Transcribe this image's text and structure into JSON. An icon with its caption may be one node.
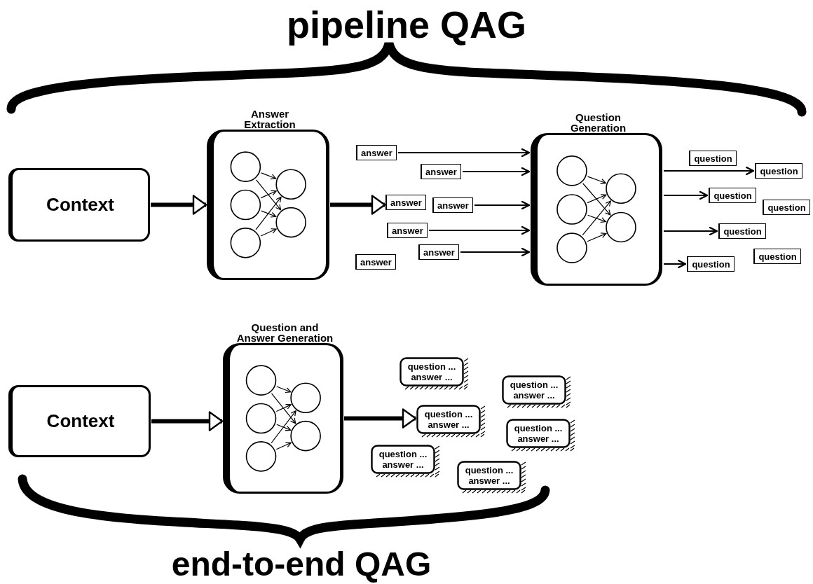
{
  "diagram": {
    "title": "pipeline QAG",
    "nodes": [
      {
        "text": [
          "Context"
        ]
      },
      {
        "text": [
          "Answer Extraction"
        ]
      },
      {
        "text": [
          "answer"
        ]
      },
      {
        "text": [
          "answer"
        ]
      },
      {
        "text": [
          "answer"
        ]
      },
      {
        "text": [
          "answer"
        ]
      },
      {
        "text": [
          "answer"
        ]
      },
      {
        "text": [
          "answer"
        ]
      },
      {
        "text": [
          "answer"
        ]
      },
      {
        "text": [
          "Question Generation"
        ]
      },
      {
        "text": [
          "question"
        ]
      },
      {
        "text": [
          "question"
        ]
      },
      {
        "text": [
          "question"
        ]
      },
      {
        "text": [
          "question"
        ]
      },
      {
        "text": [
          "question"
        ]
      },
      {
        "text": [
          "question"
        ]
      },
      {
        "text": [
          "question"
        ]
      },
      {
        "text": [
          "Context"
        ]
      },
      {
        "text": [
          "Question and Answer Generation"
        ]
      },
      {
        "text": [
          "question ...",
          "answer ..."
        ]
      },
      {
        "text": [
          "question ...",
          "answer ..."
        ]
      },
      {
        "text": [
          "question ...",
          "answer ..."
        ]
      },
      {
        "text": [
          "question ...",
          "answer ..."
        ]
      },
      {
        "text": [
          "question ...",
          "answer ..."
        ]
      },
      {
        "text": [
          "question ...",
          "answer ..."
        ]
      }
    ],
    "edges": [
      {
        "from": 0,
        "to": 1,
        "arrow": "to",
        "style": "thick"
      },
      {
        "from": 1,
        "to": 4,
        "arrow": "to",
        "style": "thick"
      },
      {
        "from": 2,
        "to": 9,
        "arrow": "to"
      },
      {
        "from": 3,
        "to": 9,
        "arrow": "to"
      },
      {
        "from": 5,
        "to": 9,
        "arrow": "to"
      },
      {
        "from": 6,
        "to": 9,
        "arrow": "to"
      },
      {
        "from": 7,
        "to": 9,
        "arrow": "to"
      },
      {
        "from": 9,
        "to": 11,
        "arrow": "to"
      },
      {
        "from": 9,
        "to": 12,
        "arrow": "to"
      },
      {
        "from": 9,
        "to": 14,
        "arrow": "to"
      },
      {
        "from": 9,
        "to": 16,
        "arrow": "to"
      },
      {
        "from": 17,
        "to": 18,
        "arrow": "to",
        "style": "thick"
      },
      {
        "from": 18,
        "to": 21,
        "arrow": "to",
        "style": "thick"
      }
    ],
    "labels": [
      "end-to-end QAG"
    ]
  }
}
